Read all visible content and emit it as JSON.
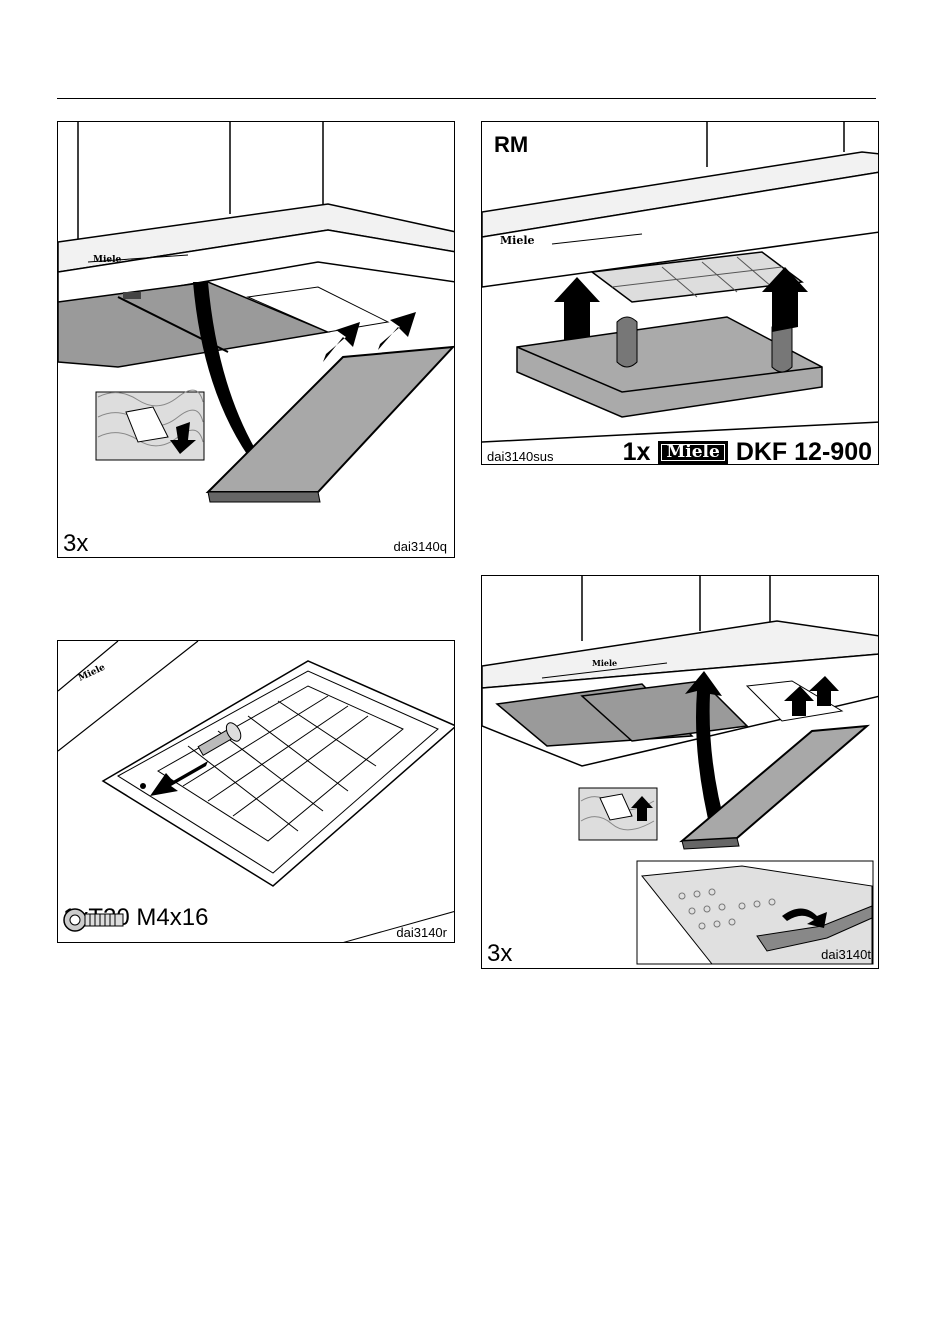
{
  "panels": {
    "p1": {
      "count": "3x",
      "code": "dai3140q",
      "brand": "Miele"
    },
    "p2": {
      "heading": "RM",
      "code": "dai3140sus",
      "count": "1x",
      "brand": "Miele",
      "model": "DKF 12-900"
    },
    "p3": {
      "count": "1x",
      "screw": "T20 M4x16",
      "code": "dai3140r",
      "brand": "Miele"
    },
    "p4": {
      "count": "3x",
      "code": "dai3140t",
      "brand": "Miele"
    }
  }
}
